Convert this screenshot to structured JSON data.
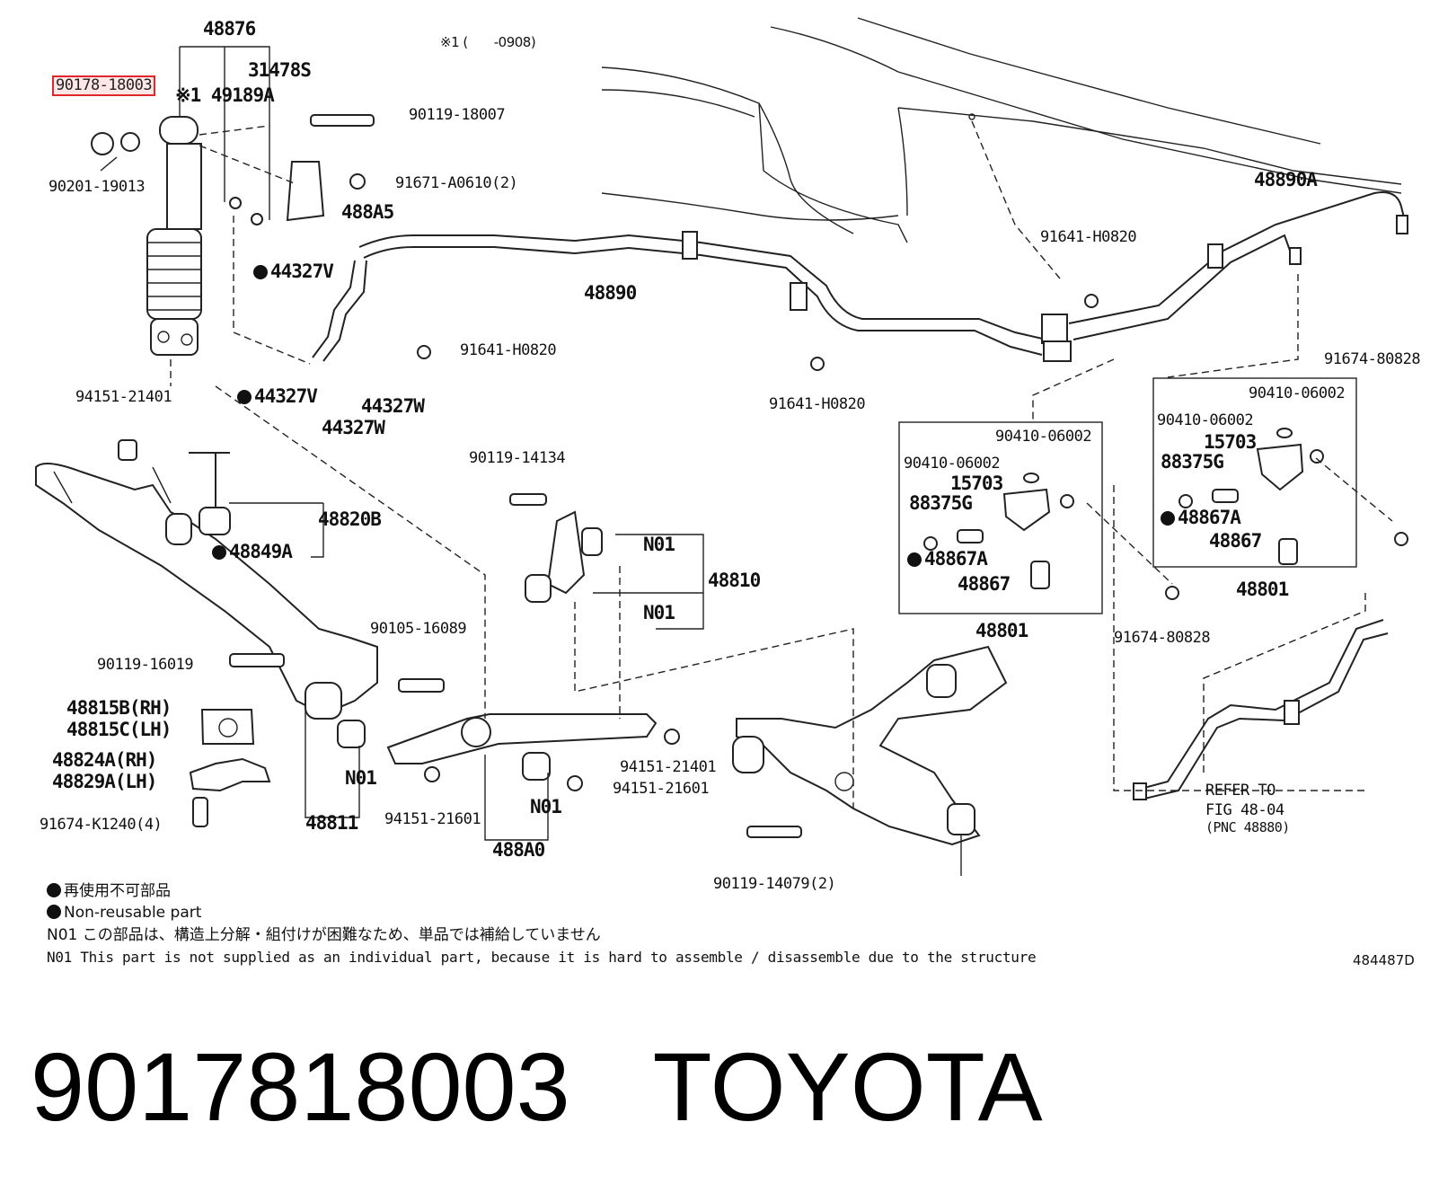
{
  "diagram": {
    "header_note": "※1 (　　-0908)",
    "figure_id": "484487D",
    "highlighted_part": "90178-18003",
    "labels": {
      "p48876": "48876",
      "p31478S": "31478S",
      "p90178_18003": "90178-18003",
      "p49189A": "※1 49189A",
      "p90119_18007": "90119-18007",
      "p90201_19013": "90201-19013",
      "p91671_A0610": "91671-A0610(2)",
      "p488A5": "488A5",
      "p44327V_a": "44327V",
      "p44327V_b": "44327V",
      "p44327W_a": "44327W",
      "p44327W_b": "44327W",
      "p48890": "48890",
      "p91641_H0820_a": "91641-H0820",
      "p91641_H0820_b": "91641-H0820",
      "p91641_H0820_c": "91641-H0820",
      "p48890A": "48890A",
      "p91674_80828_a": "91674-80828",
      "p91674_80828_b": "91674-80828",
      "p90410_06002_a": "90410-06002",
      "p90410_06002_b": "90410-06002",
      "p90410_06002_c": "90410-06002",
      "p90410_06002_d": "90410-06002",
      "p15703_a": "15703",
      "p15703_b": "15703",
      "p88375G_a": "88375G",
      "p88375G_b": "88375G",
      "p48867A_a": "48867A",
      "p48867A_b": "48867A",
      "p48867_a": "48867",
      "p48867_b": "48867",
      "p48801_a": "48801",
      "p48801_b": "48801",
      "p94151_21401_a": "94151-21401",
      "p94151_21401_b": "94151-21401",
      "p48820B": "48820B",
      "p48849A": "48849A",
      "p90119_14134": "90119-14134",
      "pN01_a": "N01",
      "pN01_b": "N01",
      "pN01_c": "N01",
      "pN01_d": "N01",
      "p48810": "48810",
      "p90105_16089": "90105-16089",
      "p90119_16019": "90119-16019",
      "p48815B": "48815B(RH)",
      "p48815C": "48815C(LH)",
      "p48824A": "48824A(RH)",
      "p48829A": "48829A(LH)",
      "p91674_K1240": "91674-K1240(4)",
      "p48811": "48811",
      "p94151_21601_a": "94151-21601",
      "p94151_21601_b": "94151-21601",
      "p488A0": "488A0",
      "p90119_14079": "90119-14079(2)",
      "refer_1": "REFER TO",
      "refer_2": "FIG 48-04",
      "refer_3": "(PNC 48880)"
    },
    "notes": {
      "nonreusable_jp": "再使用不可部品",
      "nonreusable_en": "Non-reusable part",
      "n01_jp": "N01 この部品は、構造上分解・組付けが困難なため、単品では補給していません",
      "n01_en": "N01 This part is not supplied as an individual part, because it is hard to assemble / disassemble due to the structure"
    }
  },
  "caption": {
    "part_number": "9017818003",
    "brand": "TOYOTA"
  }
}
